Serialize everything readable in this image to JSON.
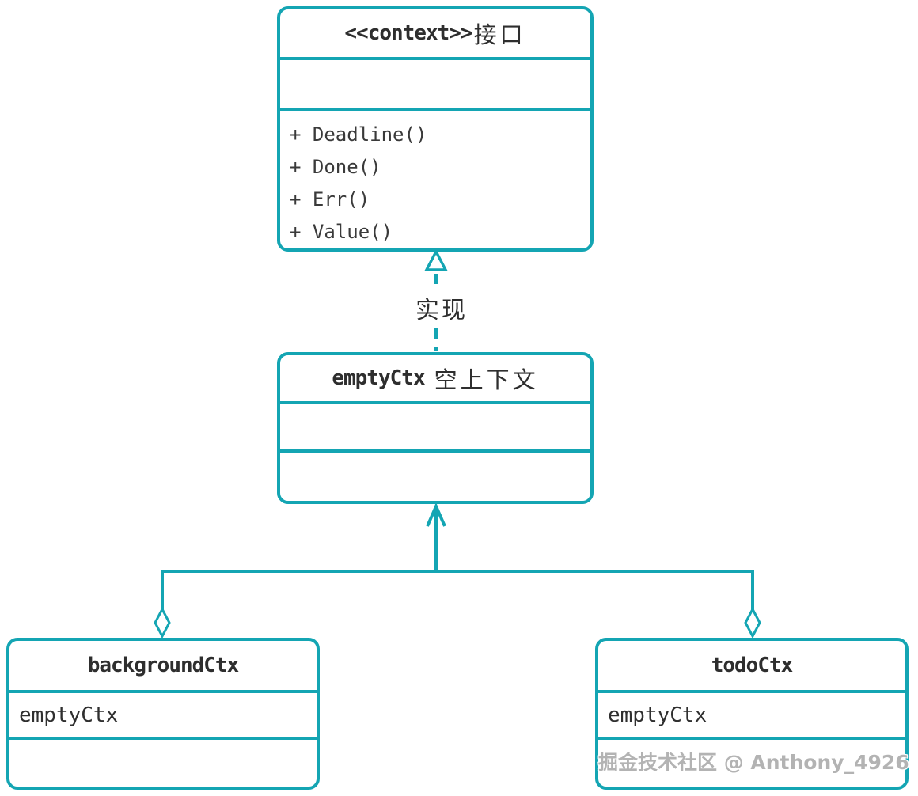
{
  "theme": {
    "accent": "#14a5b3",
    "text": "#2e2e2e",
    "watermark": "#b3b3b3",
    "bg": "#ffffff"
  },
  "diagram": {
    "interface_box": {
      "title_code": "<<context>>",
      "title_cjk": "接口",
      "methods": [
        "+ Deadline()",
        "+ Done()",
        "+ Err()",
        "+ Value()"
      ]
    },
    "realization_label": "实现",
    "emptyctx_box": {
      "title_code": "emptyCtx",
      "title_cjk": "空上下文"
    },
    "backgroundctx_box": {
      "title": "backgroundCtx",
      "field": "emptyCtx"
    },
    "todoctx_box": {
      "title": "todoCtx",
      "field": "emptyCtx"
    },
    "watermark": "掘金技术社区 @ Anthony_4926"
  }
}
